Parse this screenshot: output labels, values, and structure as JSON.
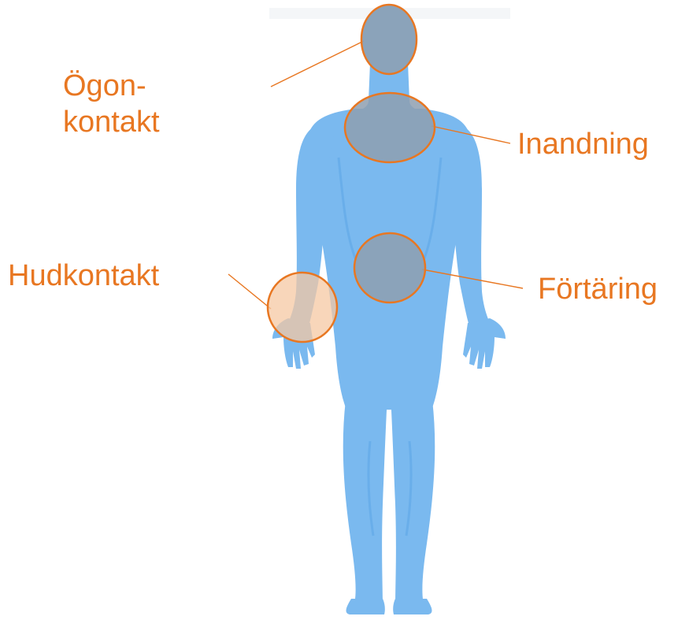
{
  "colors": {
    "body": "#7ab9ef",
    "body_shade": "#5ea6e6",
    "highlight_fill": "#8e9fb0",
    "skin_fill": "#f6c8a3",
    "accent": "#e87722",
    "background": "#ffffff"
  },
  "labels": {
    "eye_contact": {
      "line1": "Ögon-",
      "line2": "kontakt"
    },
    "inhalation": "Inandning",
    "skin_contact": "Hudkontakt",
    "ingestion": "Förtäring"
  }
}
